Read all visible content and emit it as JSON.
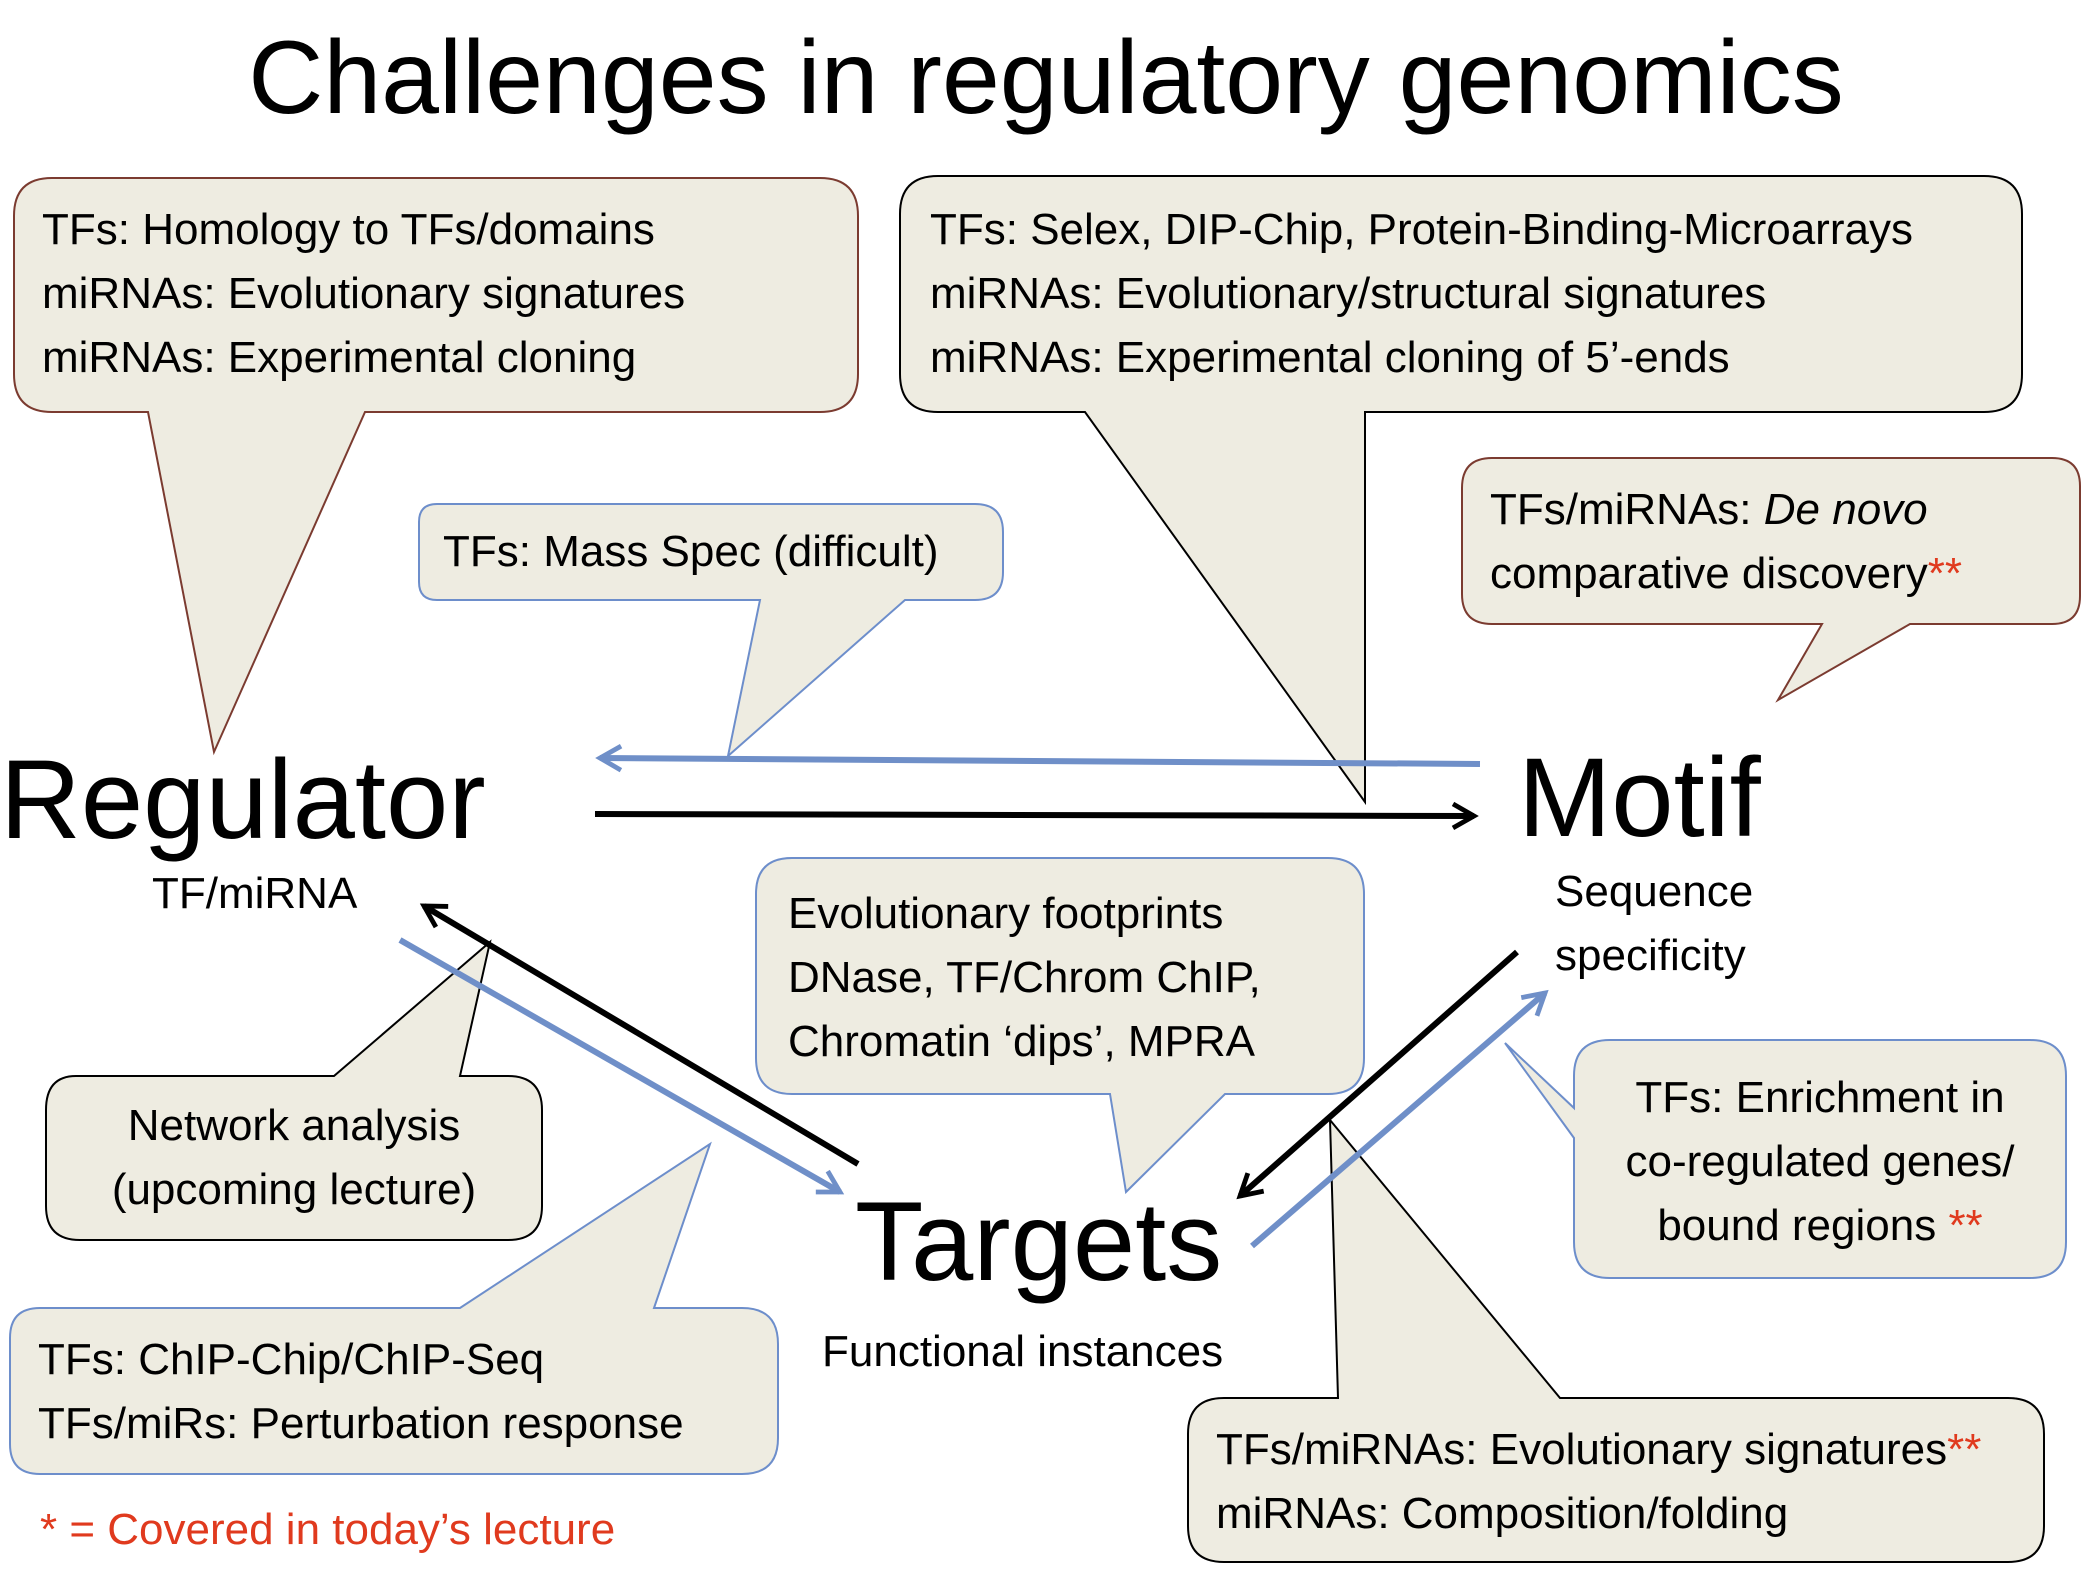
{
  "title": "Challenges in regulatory genomics",
  "nodes": {
    "regulator": {
      "label": "Regulator",
      "sub": "TF/miRNA"
    },
    "motif": {
      "label": "Motif",
      "sub1": "Sequence",
      "sub2": "specificity"
    },
    "targets": {
      "label": "Targets",
      "sub": "Functional instances"
    }
  },
  "callouts": {
    "regulator_top": [
      "TFs: Homology to TFs/domains",
      "miRNAs: Evolutionary signatures",
      "miRNAs: Experimental cloning"
    ],
    "motif_top": [
      "TFs: Selex, DIP-Chip, Protein-Binding-Microarrays",
      "miRNAs: Evolutionary/structural signatures",
      "miRNAs: Experimental cloning of 5’-ends"
    ],
    "mass_spec": "TFs: Mass Spec (difficult)",
    "de_novo": {
      "prefix": "TFs/miRNAs: ",
      "italic": "De novo",
      "line2": "comparative discovery",
      "stars": "**"
    },
    "footprints": [
      "Evolutionary footprints",
      "DNase, TF/Chrom ChIP,",
      "Chromatin ‘dips’, MPRA"
    ],
    "network": [
      "Network analysis",
      "(upcoming lecture)"
    ],
    "enrichment": {
      "line1": "TFs: Enrichment in",
      "line2": "co-regulated genes/",
      "line3": "bound regions ",
      "stars": "**"
    },
    "chip": [
      "TFs: ChIP-Chip/ChIP-Seq",
      "TFs/miRs: Perturbation response"
    ],
    "evo_sig": {
      "line1": "TFs/miRNAs: Evolutionary signatures",
      "stars": "**",
      "line2": "miRNAs: Composition/folding"
    }
  },
  "legend": "* = Covered in today’s lecture",
  "colors": {
    "callout_fill": "#eeece1",
    "black_border": "#000000",
    "brown_border": "#7b3b30",
    "blue_border": "#6d8ecb",
    "blue_arrow": "#6f8fc8",
    "red_text": "#e03a1e"
  }
}
